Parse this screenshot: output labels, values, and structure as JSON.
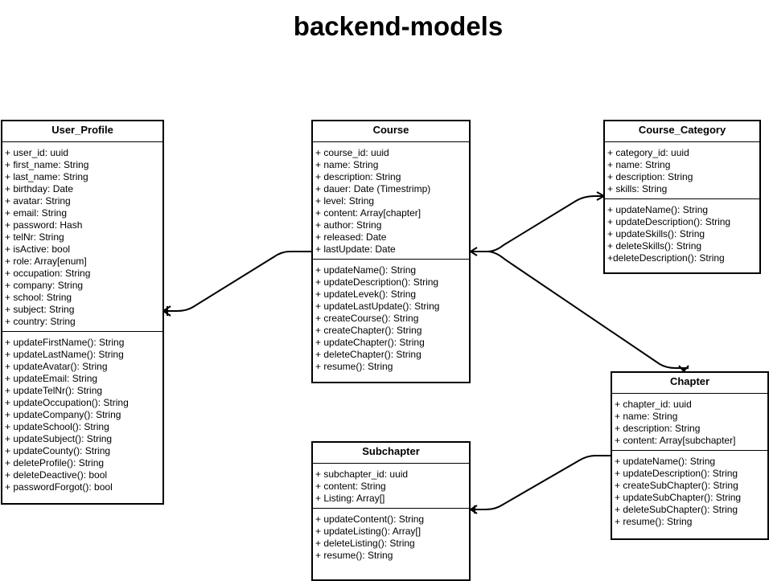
{
  "title": "backend-models",
  "classes": {
    "user_profile": {
      "name": "User_Profile",
      "attributes": [
        "+ user_id: uuid",
        "+ first_name: String",
        "+ last_name: String",
        "+ birthday: Date",
        "+ avatar: String",
        "+ email: String",
        "+ password: Hash",
        "+ telNr: String",
        "+ isActive: bool",
        "+ role: Array[enum]",
        "+ occupation: String",
        "+ company: String",
        "+ school: String",
        "+ subject: String",
        "+ country: String"
      ],
      "methods": [
        "+ updateFirstName(): String",
        "+ updateLastName(): String",
        "+ updateAvatar(): String",
        "+ updateEmail: String",
        "+ updateTelNr(): String",
        "+ updateOccupation(): String",
        "+ updateCompany(): String",
        "+ updateSchool(): String",
        "+ updateSubject(): String",
        "+ updateCounty(): String",
        "+ deleteProfile(): String",
        "+ deleteDeactive(): bool",
        "+ passwordForgot(): bool"
      ]
    },
    "course": {
      "name": "Course",
      "attributes": [
        "+ course_id: uuid",
        "+ name: String",
        "+ description: String",
        "+ dauer: Date (Timestrimp)",
        "+ level: String",
        "+ content: Array[chapter]",
        "+ author: String",
        "+ released: Date",
        "+ lastUpdate: Date"
      ],
      "methods": [
        "+ updateName(): String",
        "+ updateDescription(): String",
        "+ updateLevek(): String",
        "+ updateLastUpdate(): String",
        "+ createCourse(): String",
        "+ createChapter(): String",
        "+ updateChapter(): String",
        "+ deleteChapter(): String",
        "+ resume(): String"
      ]
    },
    "course_category": {
      "name": "Course_Category",
      "attributes": [
        "+ category_id: uuid",
        "+ name: String",
        "+ description: String",
        "+ skills: String"
      ],
      "methods": [
        "+ updateName(): String",
        "+ updateDescription(): String",
        "+ updateSkills(): String",
        "+ deleteSkills(): String",
        "+deleteDescription(): String"
      ]
    },
    "chapter": {
      "name": "Chapter",
      "attributes": [
        "+ chapter_id: uuid",
        "+ name: String",
        "+ description: String",
        "+ content: Array[subchapter]"
      ],
      "methods": [
        "+ updateName(): String",
        "+ updateDescription(): String",
        "+ createSubChapter(): String",
        "+ updateSubChapter(): String",
        "+ deleteSubChapter(): String",
        "+ resume(): String"
      ]
    },
    "subchapter": {
      "name": "Subchapter",
      "attributes": [
        "+ subchapter_id: uuid",
        "+ content: String",
        "+ Listing: Array[]"
      ],
      "methods": [
        "+ updateContent(): String",
        "+ updateListing(): Array[]",
        "+ deleteListing(): String",
        "+ resume(): String"
      ]
    }
  }
}
